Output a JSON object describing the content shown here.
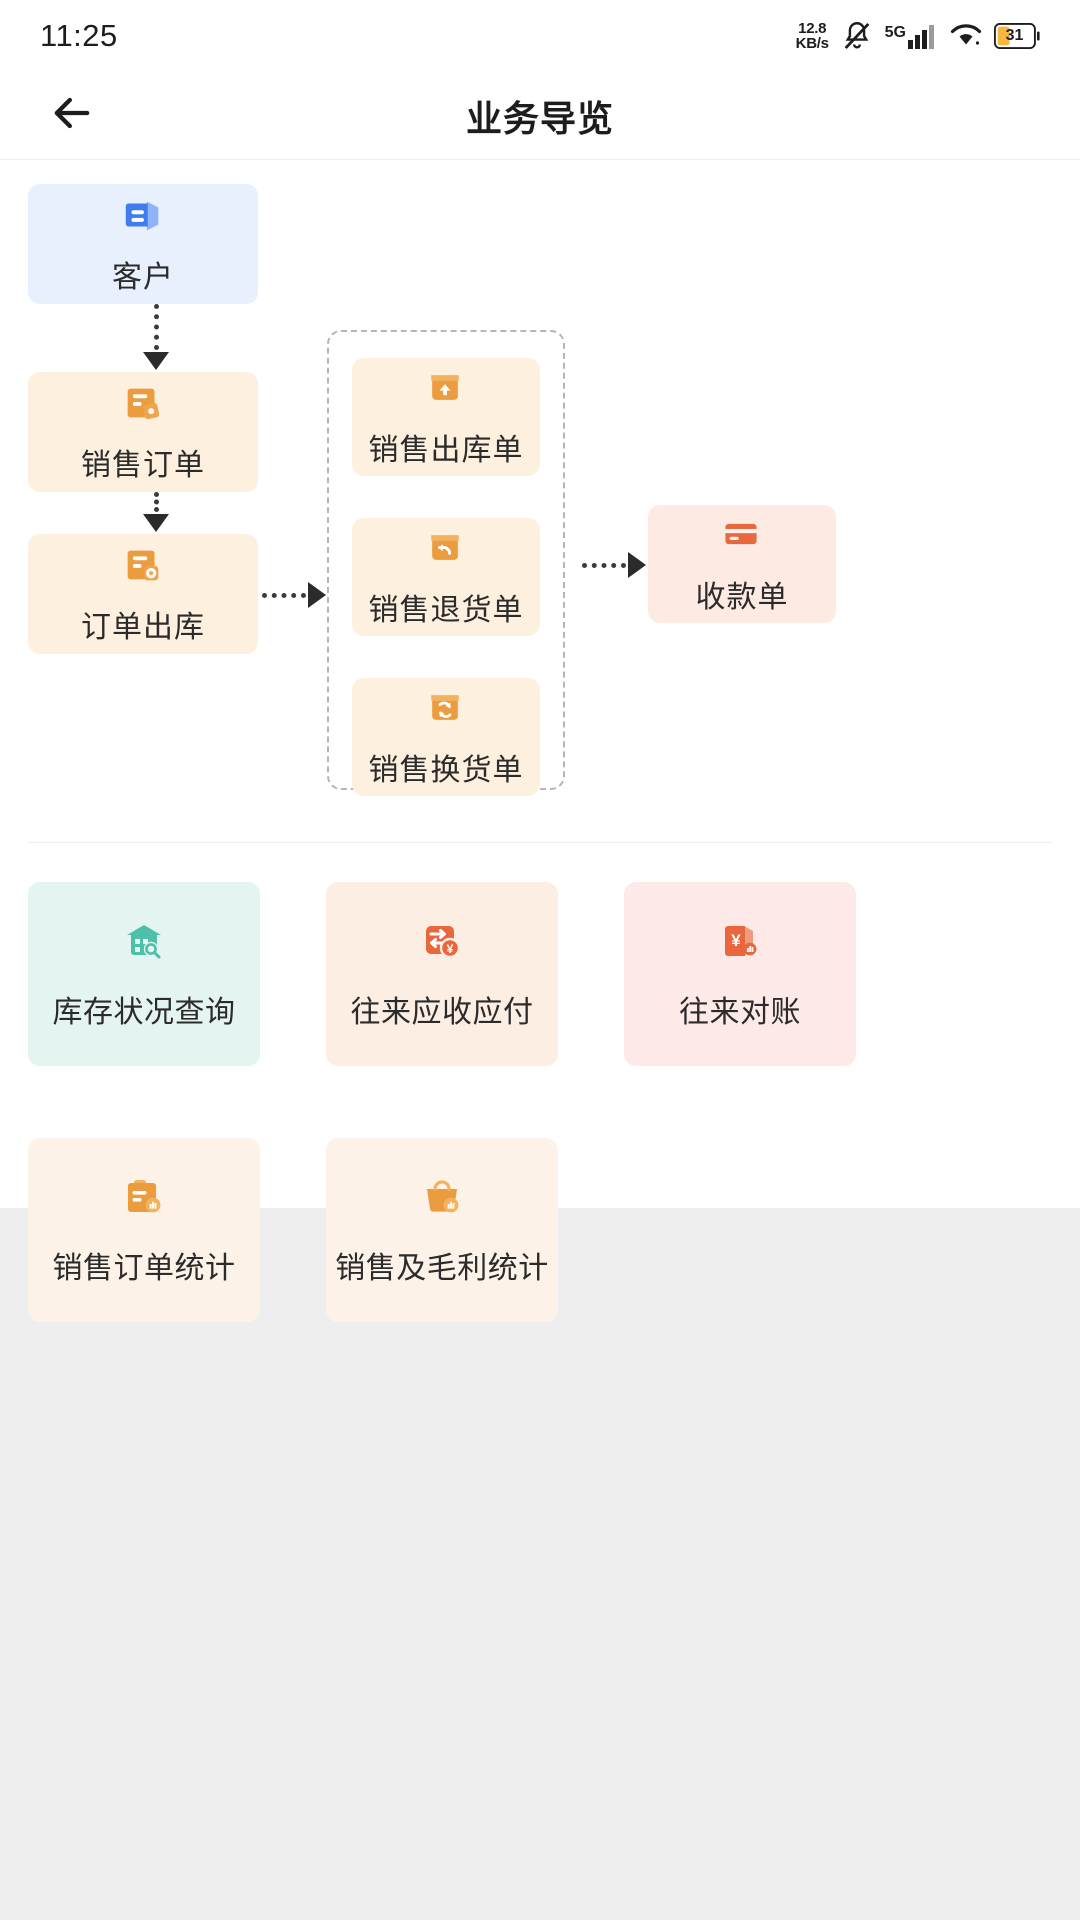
{
  "statusbar": {
    "time": "11:25",
    "net_speed_value": "12.8",
    "net_speed_unit": "KB/s",
    "mute_icon": "mute-bell-icon",
    "network_label": "5G",
    "signal_icon": "cellular-signal-icon",
    "wifi_icon": "wifi-icon",
    "battery_level": "31"
  },
  "header": {
    "back_icon": "back-arrow-icon",
    "title": "业务导览"
  },
  "flow": {
    "nodes": [
      {
        "id": "customer",
        "label": "客户",
        "icon": "customer-card-icon",
        "color": "#e8f0fe"
      },
      {
        "id": "order",
        "label": "销售订单",
        "icon": "order-tag-icon",
        "color": "#fdf0df"
      },
      {
        "id": "outbound",
        "label": "订单出库",
        "icon": "order-gear-icon",
        "color": "#fdf0df"
      },
      {
        "id": "ck-out",
        "label": "销售出库单",
        "icon": "box-up-arrow-icon",
        "color": "#fdf0df"
      },
      {
        "id": "ck-ret",
        "label": "销售退货单",
        "icon": "box-return-icon",
        "color": "#fdf0df"
      },
      {
        "id": "ck-exc",
        "label": "销售换货单",
        "icon": "box-exchange-icon",
        "color": "#fdf0df"
      },
      {
        "id": "receipt",
        "label": "收款单",
        "icon": "credit-card-icon",
        "color": "#fdeae3"
      }
    ],
    "connectors": [
      {
        "from": "customer",
        "to": "order",
        "style": "dotted-down"
      },
      {
        "from": "order",
        "to": "outbound",
        "style": "dotted-down"
      },
      {
        "from": "outbound",
        "to": "ck-group",
        "style": "dotted-right"
      },
      {
        "from": "ck-group",
        "to": "receipt",
        "style": "dotted-right"
      }
    ],
    "group_box": {
      "name": "sales-document-group",
      "border": "dashed"
    }
  },
  "tiles": [
    {
      "id": "inventory-status",
      "label": "库存状况查询",
      "icon": "warehouse-search-icon",
      "theme": "t-teal"
    },
    {
      "id": "ar-ap",
      "label": "往来应收应付",
      "icon": "exchange-yuan-icon",
      "theme": "t-peach"
    },
    {
      "id": "reconciliation",
      "label": "往来对账",
      "icon": "yuan-book-icon",
      "theme": "t-pink"
    },
    {
      "id": "order-stats",
      "label": "销售订单统计",
      "icon": "order-chart-icon",
      "theme": "t-cream"
    },
    {
      "id": "profit-stats",
      "label": "销售及毛利统计",
      "icon": "sales-chart-icon",
      "theme": "t-cream"
    }
  ],
  "colors": {
    "blue": "#4285f4",
    "orange": "#eb9c3e",
    "deep_orange": "#e8673c",
    "teal": "#4fc0a8",
    "text": "#2b2b2b",
    "battery_fill": "#f5b942"
  }
}
